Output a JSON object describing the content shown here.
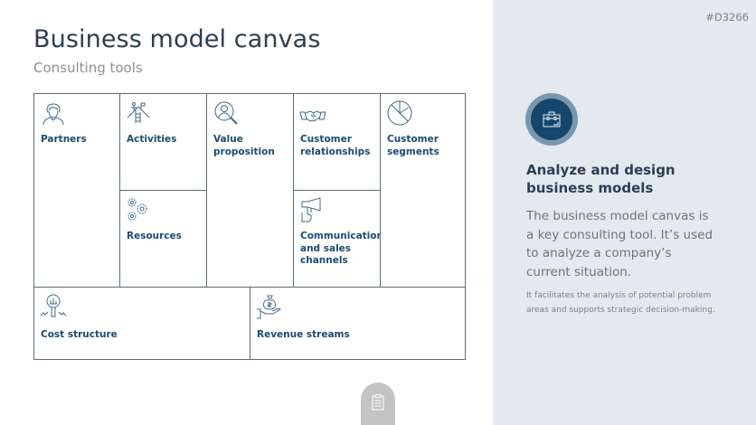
{
  "header": {
    "title": "Business model canvas",
    "subtitle": "Consulting tools"
  },
  "canvas": {
    "cells": {
      "partners": {
        "label": "Partners",
        "icon": "person-icon"
      },
      "activities": {
        "label": "Activities",
        "icon": "climbing-ladder-icon"
      },
      "resources": {
        "label": "Resources",
        "icon": "gears-icon"
      },
      "value_proposition": {
        "label": "Value proposition",
        "icon": "person-search-icon"
      },
      "customer_relationships": {
        "label": "Customer relationships",
        "icon": "handshake-icon"
      },
      "channels": {
        "label": "Communication and sales channels",
        "icon": "megaphone-icon"
      },
      "customer_segments": {
        "label": "Customer segments",
        "icon": "pie-chart-icon"
      },
      "cost_structure": {
        "label": "Cost structure",
        "icon": "magnifier-chart-icon"
      },
      "revenue_streams": {
        "label": "Revenue streams",
        "icon": "money-bag-hand-icon"
      }
    }
  },
  "side_panel": {
    "code": "#D3266",
    "icon": "briefcase-icon",
    "heading": "Analyze and design business models",
    "body": "The business model canvas is a key consulting tool. It’s used to analyze a company’s current situation.",
    "note": "It facilitates the analysis of potential problem areas and supports strategic decision-making."
  },
  "footer": {
    "handle_icon": "clipboard-icon"
  },
  "colors": {
    "title": "#2b3e55",
    "label": "#1c4a73",
    "border": "#5b6b7c",
    "panel_bg": "#e4e9f0",
    "badge_inner": "#15466e",
    "badge_outer": "#7a97ae"
  }
}
